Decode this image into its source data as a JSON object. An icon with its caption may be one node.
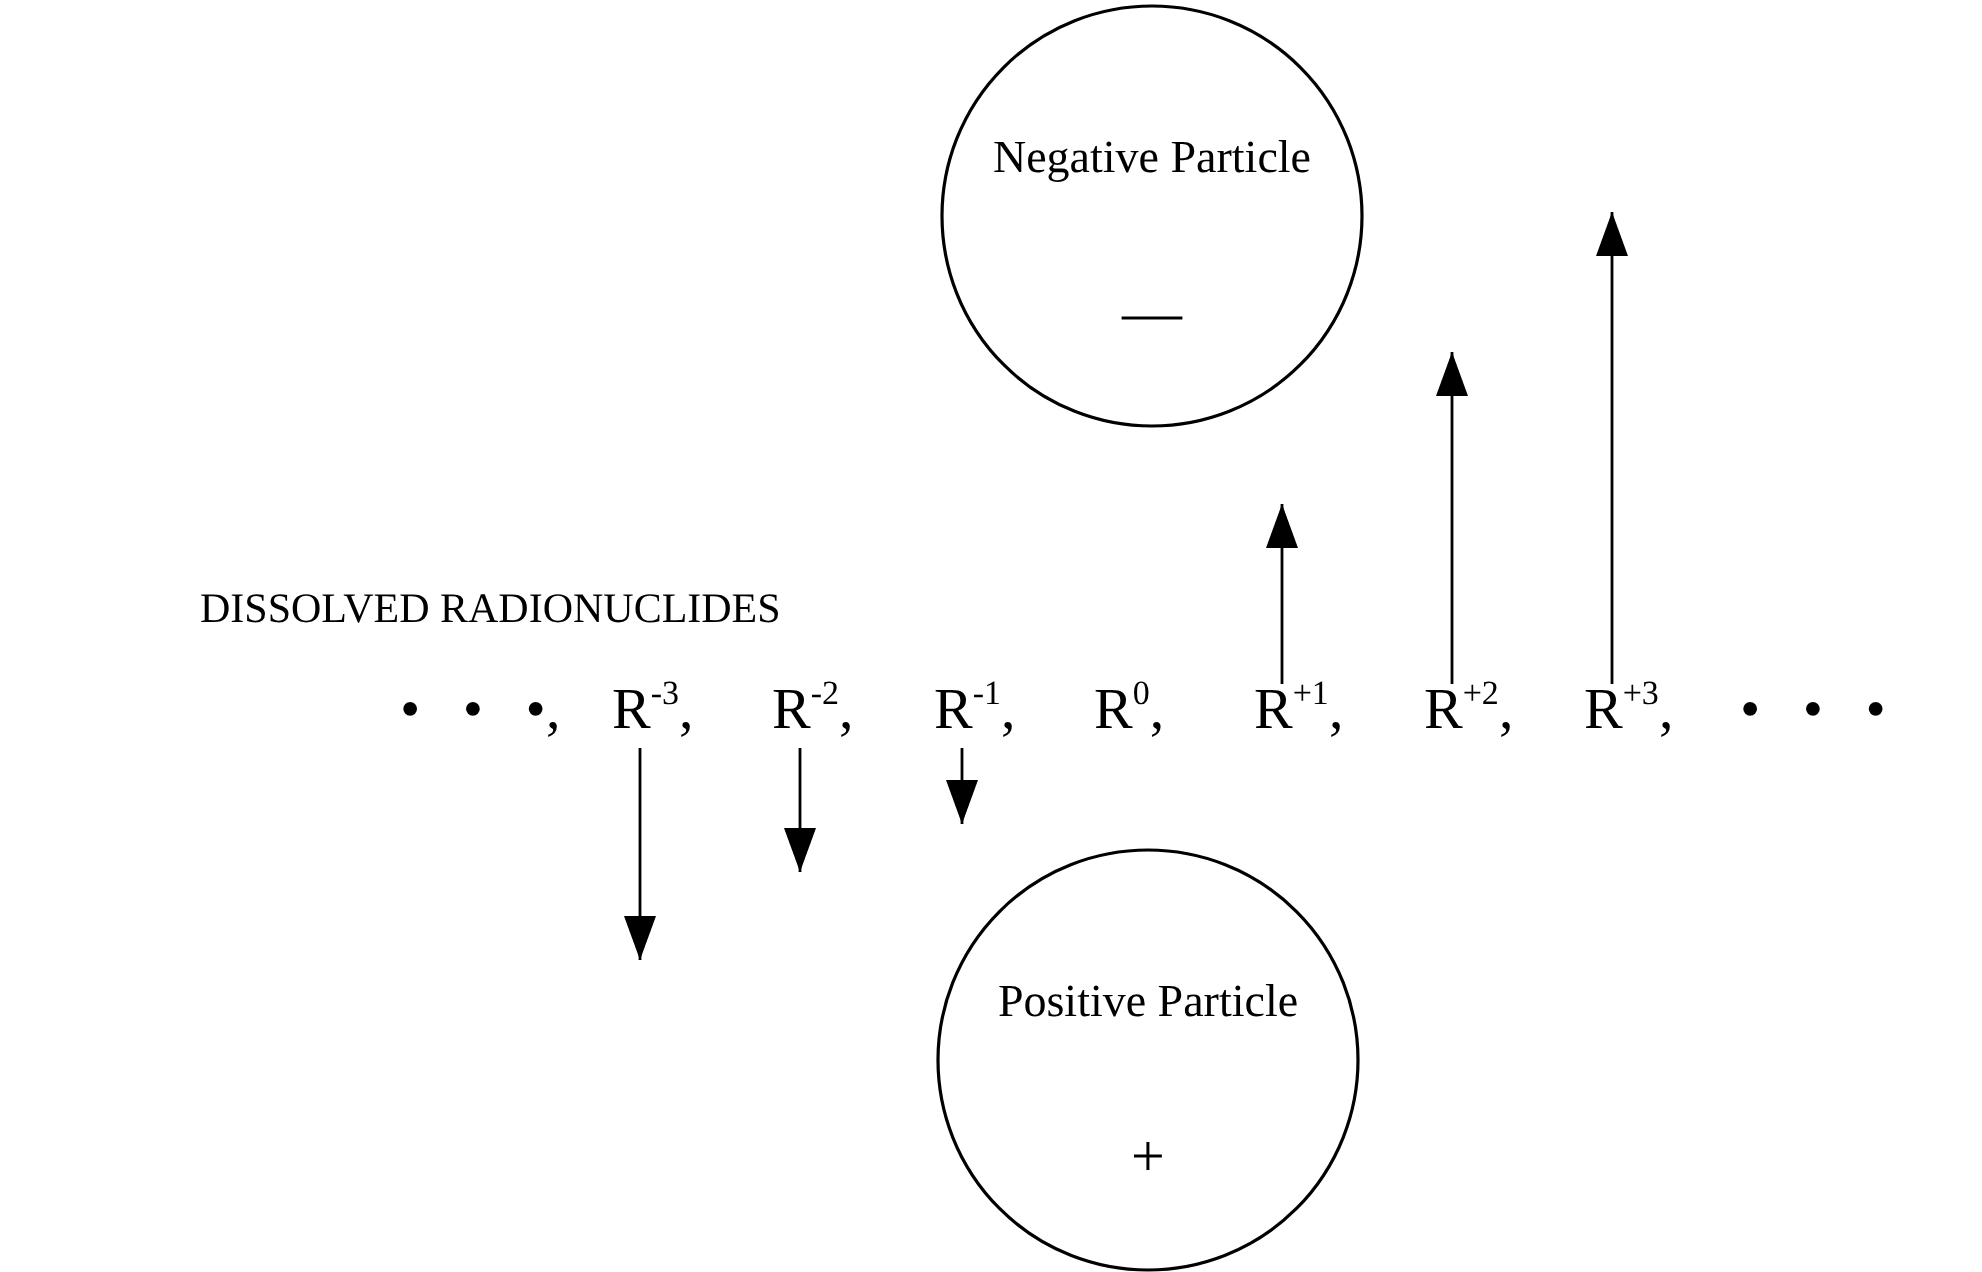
{
  "diagram": {
    "nodes": [
      {
        "text": [
          "Negative Particle",
          "—"
        ]
      },
      {
        "text": [
          "Positive Particle",
          "+"
        ]
      },
      {
        "text": [
          "R$^{-3}$,"
        ]
      },
      {
        "text": [
          "R$^{-2}$,"
        ]
      },
      {
        "text": [
          "R$^{-1}$,"
        ]
      },
      {
        "text": [
          "R$^{0}$,"
        ]
      },
      {
        "text": [
          "R$^{+1}$,"
        ]
      },
      {
        "text": [
          "R$^{+2}$,"
        ]
      },
      {
        "text": [
          "R$^{+3}$,"
        ]
      }
    ],
    "edges": [
      {
        "from": 2,
        "to": null,
        "arrow": "to"
      },
      {
        "from": 3,
        "to": null,
        "arrow": "to"
      },
      {
        "from": 4,
        "to": null,
        "arrow": "to"
      },
      {
        "from": 6,
        "to": null,
        "arrow": "to"
      },
      {
        "from": 7,
        "to": null,
        "arrow": "to"
      },
      {
        "from": 8,
        "to": null,
        "arrow": "to"
      }
    ],
    "labels": [
      "DISSOLVED RADIONUCLIDES",
      "• • •,",
      "• • •"
    ]
  }
}
